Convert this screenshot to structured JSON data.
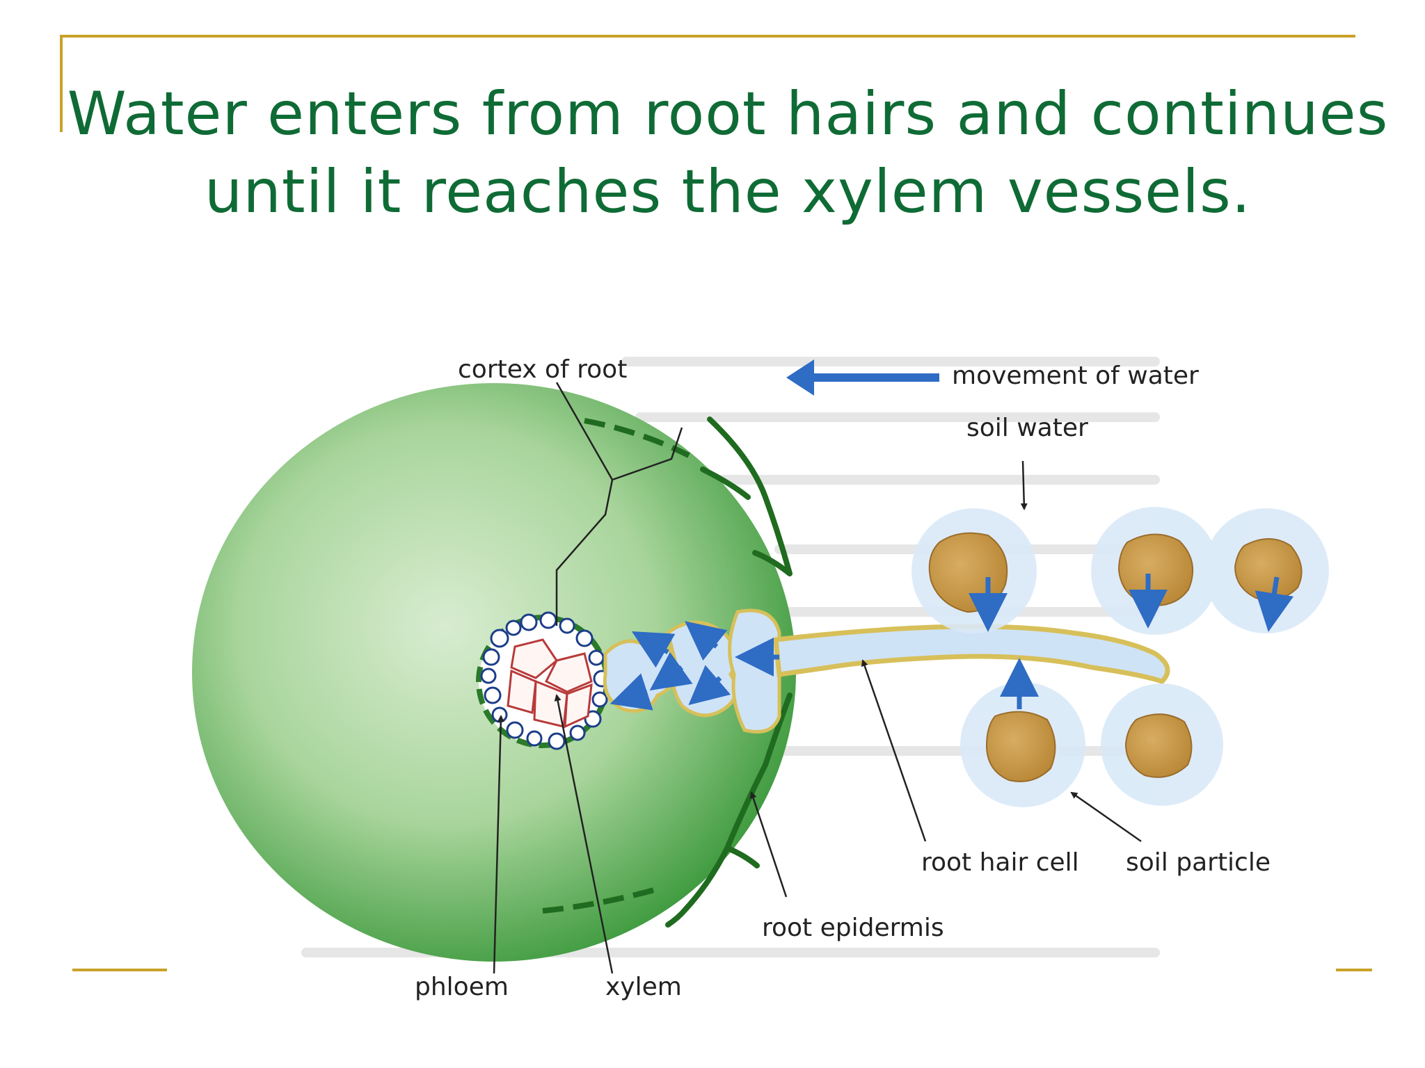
{
  "title": {
    "line1": "Water enters from root hairs and continues",
    "line2": "until it reaches the xylem vessels."
  },
  "labels": {
    "cortex": "cortex of root",
    "movement": "movement of water",
    "soil_water": "soil water",
    "root_hair_cell": "root hair cell",
    "soil_particle": "soil particle",
    "root_epidermis": "root epidermis",
    "phloem": "phloem",
    "xylem": "xylem"
  },
  "colors": {
    "title": "#0f6b35",
    "frame": "#c9a227",
    "root_green": "#4aa84a",
    "water_arrow": "#2f6cc4",
    "soil": "#c99a4b",
    "water_halo": "#cfe3f7"
  }
}
